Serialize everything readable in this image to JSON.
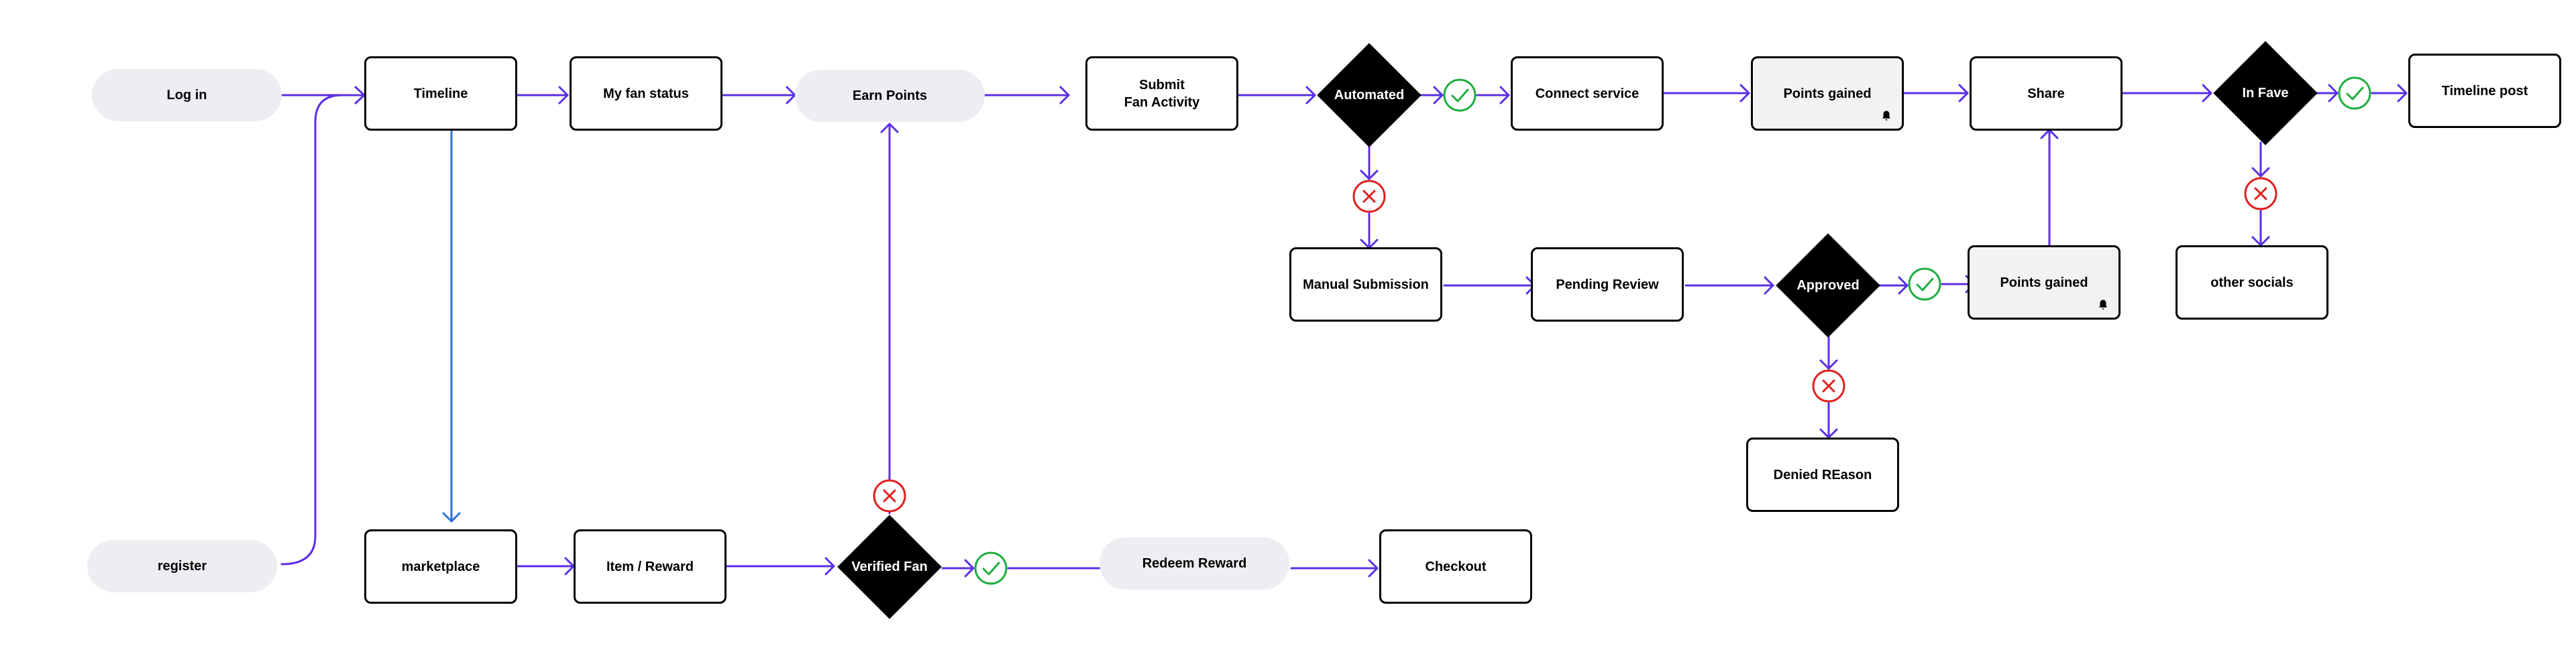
{
  "diagram": {
    "nodes": {
      "login": "Log in",
      "register": "register",
      "timeline": "Timeline",
      "marketplace": "marketplace",
      "fan_status": "My fan status",
      "item_reward": "Item / Reward",
      "earn_points": "Earn Points",
      "verified_fan": "Verified Fan",
      "redeem_reward": "Redeem Reward",
      "checkout": "Checkout",
      "submit_activity": "Submit\nFan Activity",
      "automated": "Automated",
      "connect_service": "Connect service",
      "points_gained_1": "Points gained",
      "share": "Share",
      "in_fave": "In Fave",
      "timeline_post": "Timeline post",
      "manual_submission": "Manual Submission",
      "pending_review": "Pending Review",
      "approved": "Approved",
      "points_gained_2": "Points gained",
      "other_socials": "other socials",
      "denied_reason": "Denied REason"
    },
    "colors": {
      "connector": "#5b2ee6",
      "connector_down": "#2a72d9",
      "success": "#1fae3f",
      "failure": "#e02020",
      "pill_fill": "#eeedf2",
      "gray_box_fill": "#f2f2f4"
    },
    "icons": {
      "success": "check-circle-icon",
      "failure": "x-circle-icon",
      "notification": "bell-icon"
    }
  }
}
